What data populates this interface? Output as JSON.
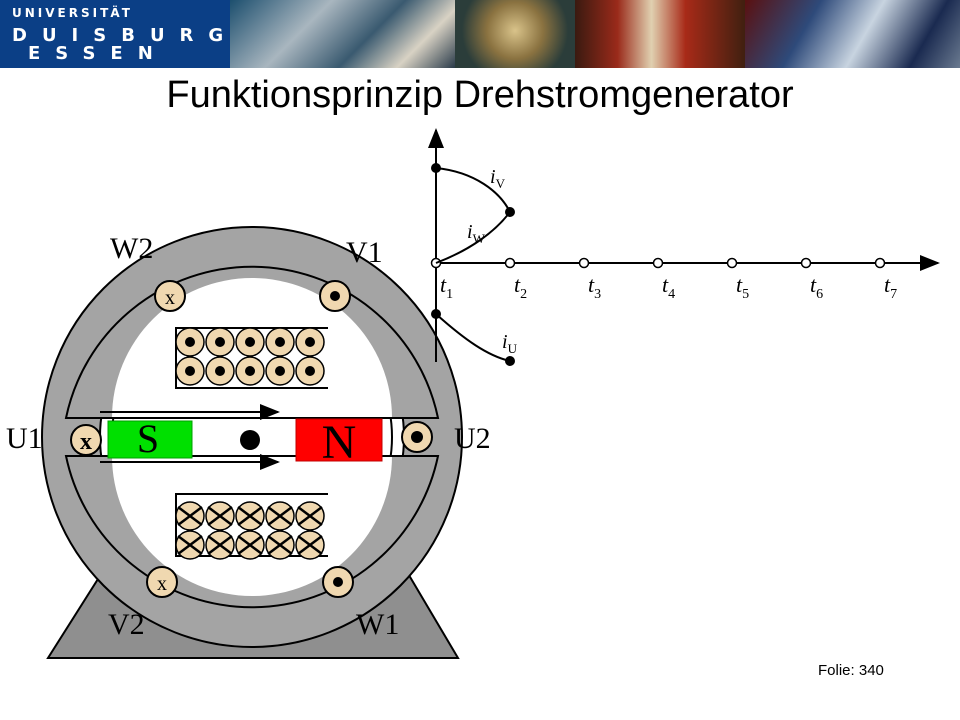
{
  "header": {
    "logo": {
      "line1": "UNIVERSITÄT",
      "line2": "DUISBURG",
      "line3": "ESSEN"
    },
    "brand_color": "#0b3f86"
  },
  "title": "Funktionsprinzip Drehstromgenerator",
  "generator": {
    "terminals": {
      "w2": "W2",
      "v1": "V1",
      "u1": "U1",
      "u2": "U2",
      "v2": "V2",
      "w1": "W1"
    },
    "rotor": {
      "south": "S",
      "north": "N",
      "south_color": "#00e000",
      "north_color": "#ff0000"
    },
    "slot_marks": {
      "w2": "x",
      "u1": "x",
      "v2": "x"
    },
    "upper_winding": "dot",
    "lower_winding": "cross"
  },
  "graph": {
    "time_labels": [
      {
        "base": "t",
        "sub": "1"
      },
      {
        "base": "t",
        "sub": "2"
      },
      {
        "base": "t",
        "sub": "3"
      },
      {
        "base": "t",
        "sub": "4"
      },
      {
        "base": "t",
        "sub": "5"
      },
      {
        "base": "t",
        "sub": "6"
      },
      {
        "base": "t",
        "sub": "7"
      }
    ],
    "currents": {
      "iv": {
        "base": "i",
        "sub": "V"
      },
      "iw": {
        "base": "i",
        "sub": "W"
      },
      "iu": {
        "base": "i",
        "sub": "U"
      }
    }
  },
  "footer": {
    "slide": "Folie: 340"
  }
}
